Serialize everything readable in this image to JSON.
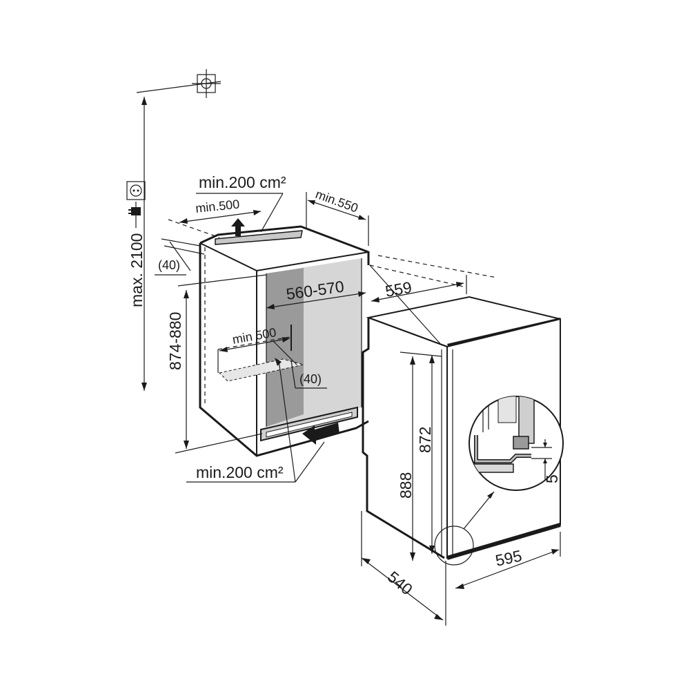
{
  "diagram": {
    "labels": {
      "max_height": "max. 2100",
      "vent_top_area": "min.200 cm²",
      "vent_top_width": "min.500",
      "niche_depth_min": "min.550",
      "top_gap": "(40)",
      "niche_width": "560-570",
      "appliance_depth": "559",
      "niche_height": "874-880",
      "vent_inner_width": "min 500",
      "inner_gap": "(40)",
      "vent_bottom_area": "min.200 cm²",
      "door_height": "872",
      "appliance_height": "888",
      "detail_gap": "5",
      "overall_depth": "540",
      "overall_width": "595"
    },
    "icons": [
      "wall-mount-icon",
      "power-socket-icon",
      "power-plug-icon",
      "vent-arrow-up-icon",
      "vent-arrow-in-icon"
    ]
  }
}
